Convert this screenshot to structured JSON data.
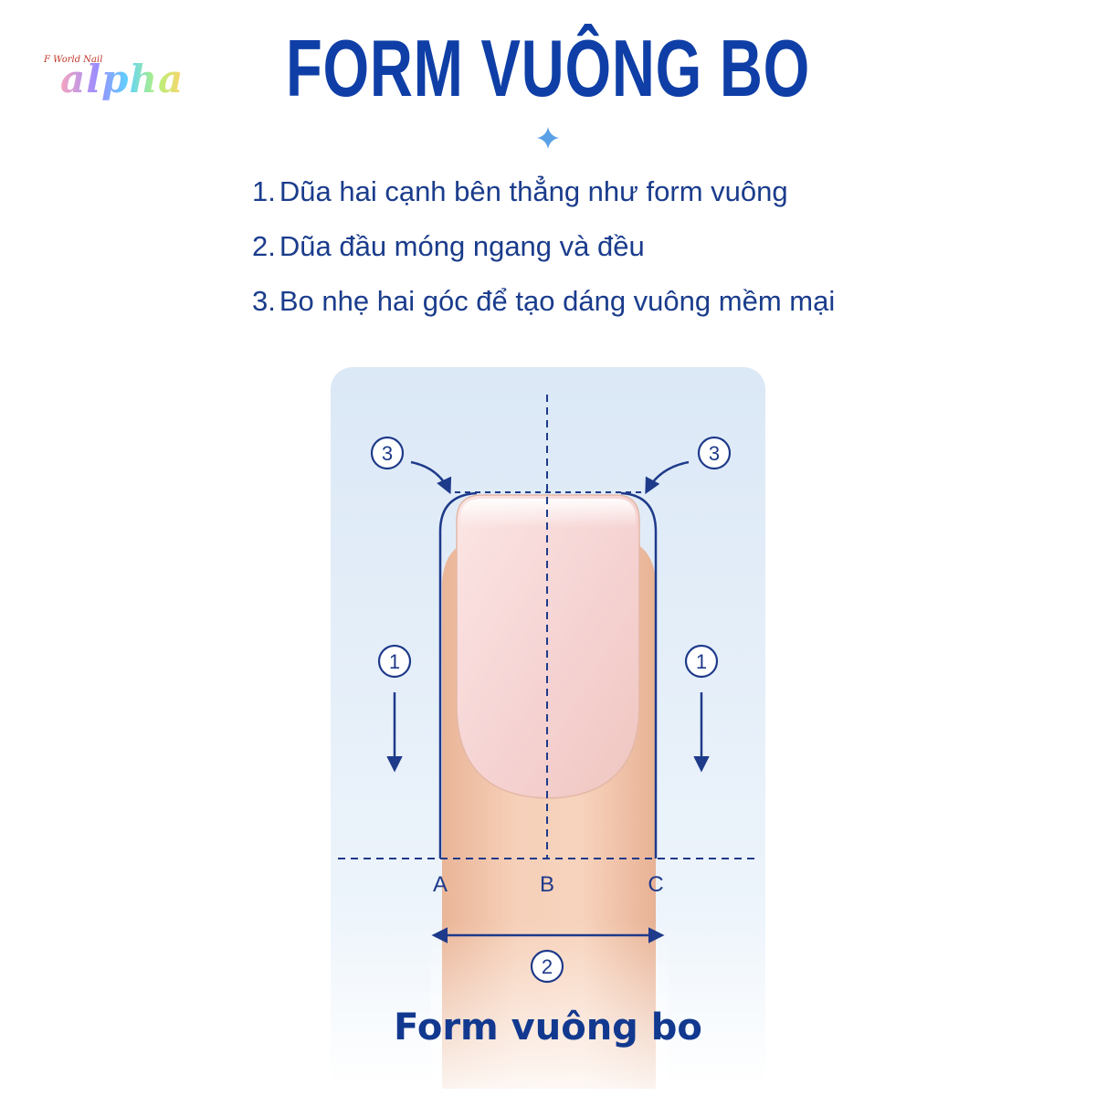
{
  "logo": {
    "small_text": "F World Nail",
    "main_text": "alpha"
  },
  "title": "FORM VUÔNG BO",
  "steps": [
    {
      "num": "1.",
      "text": "Dũa hai cạnh bên thẳng như form vuông"
    },
    {
      "num": "2.",
      "text": "Dũa đầu móng ngang và đều"
    },
    {
      "num": "3.",
      "text": "Bo nhẹ hai góc để tạo dáng vuông mềm mại"
    }
  ],
  "diagram": {
    "markers": {
      "one": "1",
      "two": "2",
      "three": "3"
    },
    "points": [
      "A",
      "B",
      "C"
    ]
  },
  "caption": "Form vuông bo",
  "colors": {
    "primary": "#0f3fa6",
    "line": "#1e3a8a",
    "skin": "#f5cdb4",
    "nail": "#f8dcdc",
    "panel": "#dbe9f7"
  }
}
